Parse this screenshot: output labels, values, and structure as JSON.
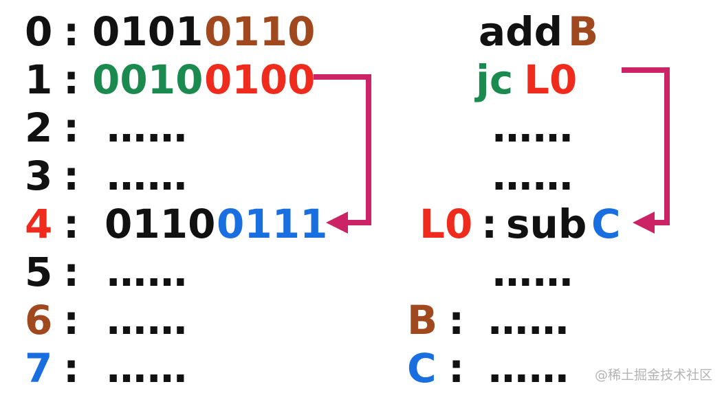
{
  "colors": {
    "black": "#111111",
    "brown": "#a0491e",
    "green": "#1b8a4f",
    "red": "#ee2b1c",
    "blue": "#1a6fe0",
    "arrow": "#cc2266",
    "watermark": "#b3b3b3"
  },
  "memory": {
    "sep": ":",
    "rows": [
      {
        "addr": "0",
        "op": "0101",
        "arg": "0110"
      },
      {
        "addr": "1",
        "op": "0010",
        "arg": "0100"
      },
      {
        "addr": "2",
        "text": "……"
      },
      {
        "addr": "3",
        "text": "……"
      },
      {
        "addr": "4",
        "op": "0110",
        "arg": "0111"
      },
      {
        "addr": "5",
        "text": "……"
      },
      {
        "addr": "6",
        "text": "……"
      },
      {
        "addr": "7",
        "text": "……"
      }
    ]
  },
  "assembly": {
    "sep": ":",
    "rows": [
      {
        "op": "add",
        "arg": "B"
      },
      {
        "op": "jc",
        "arg": "L0"
      },
      {
        "text": "……"
      },
      {
        "text": "……"
      },
      {
        "label": "L0",
        "op": "sub",
        "arg": "C"
      },
      {
        "text": "……"
      },
      {
        "label": "B",
        "text": "……"
      },
      {
        "label": "C",
        "text": "……"
      }
    ]
  },
  "watermark": "@稀土掘金技术社区"
}
